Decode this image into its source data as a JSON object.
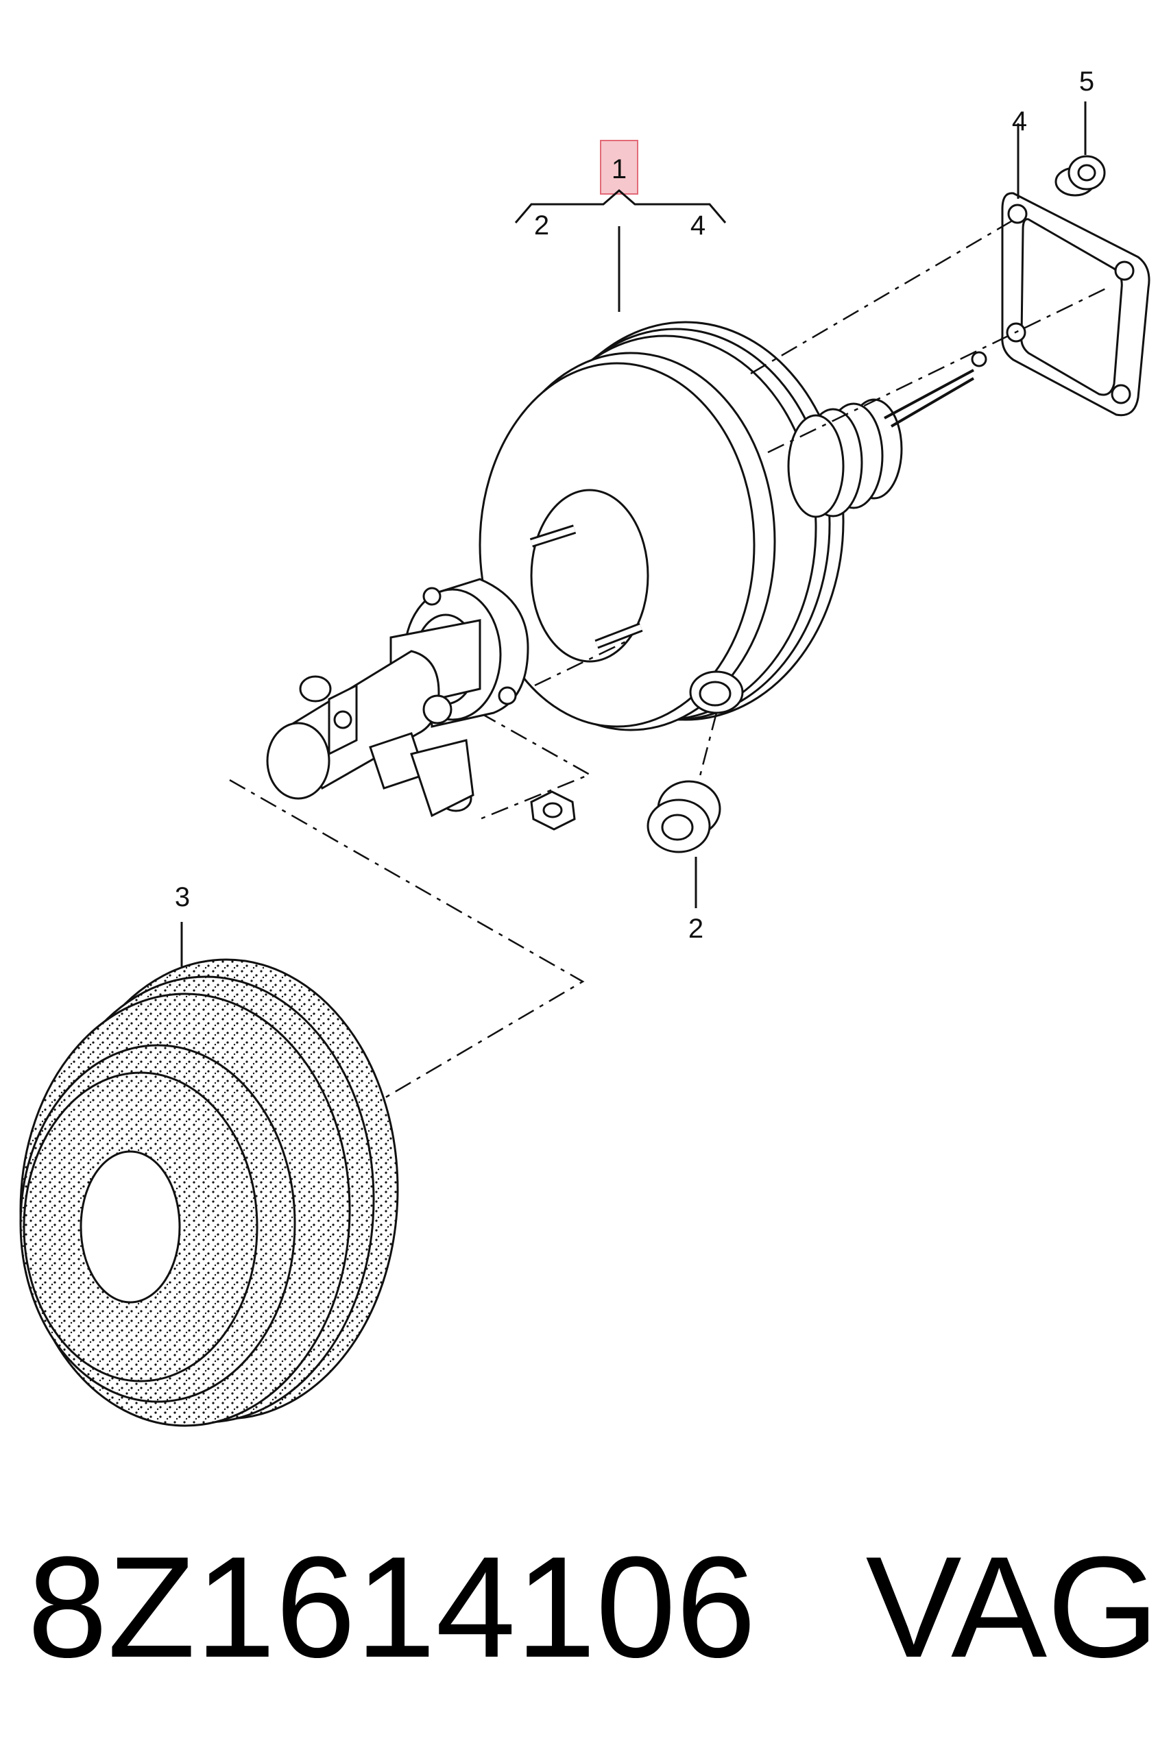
{
  "callouts": {
    "main": "1",
    "bracket_left": "2",
    "bracket_right": "4",
    "item2": "2",
    "item3": "3",
    "item4": "4",
    "item5": "5"
  },
  "footer": {
    "part_number": "8Z1614106",
    "brand": "VAG"
  },
  "colors": {
    "line": "#111111",
    "highlight_fill": "#f6c7cc",
    "highlight_stroke": "#e26a78"
  }
}
